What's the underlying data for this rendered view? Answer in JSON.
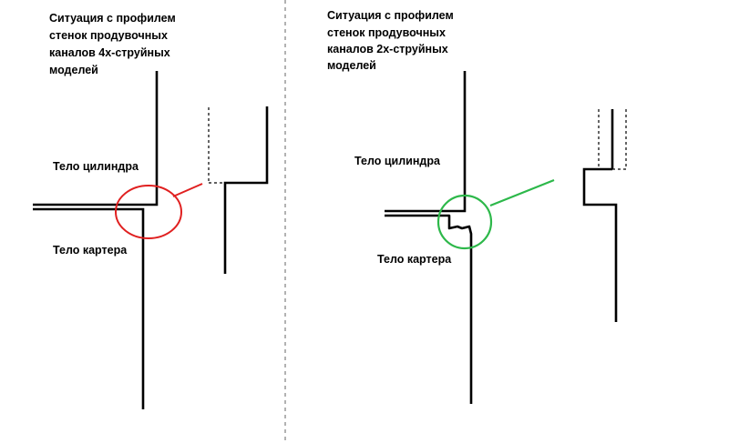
{
  "left_panel": {
    "title_lines": [
      "Ситуация с профилем",
      "стенок продувочных",
      "каналов 4х-струйных",
      "моделей"
    ],
    "cylinder_label": "Тело цилиндра",
    "crankcase_label": "Тело картера",
    "highlight_color": "#e02020"
  },
  "right_panel": {
    "title_lines": [
      "Ситуация с профилем",
      "стенок продувочных",
      "каналов 2х-струйных",
      "моделей"
    ],
    "cylinder_label": "Тело цилиндра",
    "crankcase_label": "Тело картера",
    "highlight_color": "#2db84a"
  }
}
